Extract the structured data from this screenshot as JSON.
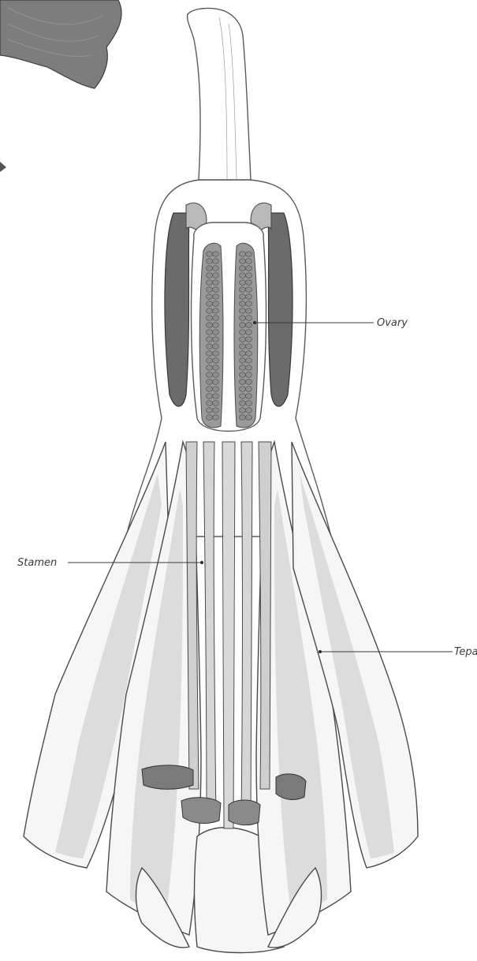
{
  "labels": {
    "ovary": "Ovary",
    "stamen": "Stamen",
    "tepal": "Tepal"
  }
}
